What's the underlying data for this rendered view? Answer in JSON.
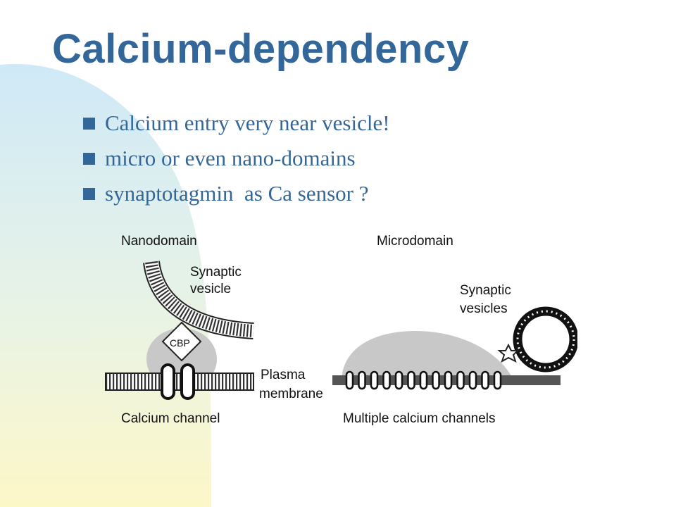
{
  "slide": {
    "title": "Calcium-dependency",
    "bullets": [
      "Calcium entry very near vesicle!",
      "micro or even nano-domains",
      "synaptotagmin  as Ca sensor ?"
    ]
  },
  "diagram": {
    "nanodomain_title": "Nanodomain",
    "microdomain_title": "Microdomain",
    "synaptic_vesicle_label_1": "Synaptic",
    "synaptic_vesicle_label_2": "vesicle",
    "synaptic_vesicles_label_1": "Synaptic",
    "synaptic_vesicles_label_2": "vesicles",
    "cbp_label": "CBP",
    "plasma_membrane_label_1": "Plasma",
    "plasma_membrane_label_2": "membrane",
    "calcium_channel_label": "Calcium channel",
    "multiple_channels_label": "Multiple calcium channels"
  },
  "colors": {
    "title": "#336699",
    "bullet_text": "#336699",
    "background_blob_top": "#cfe9f8",
    "background_blob_bottom": "#fdf7c8"
  }
}
